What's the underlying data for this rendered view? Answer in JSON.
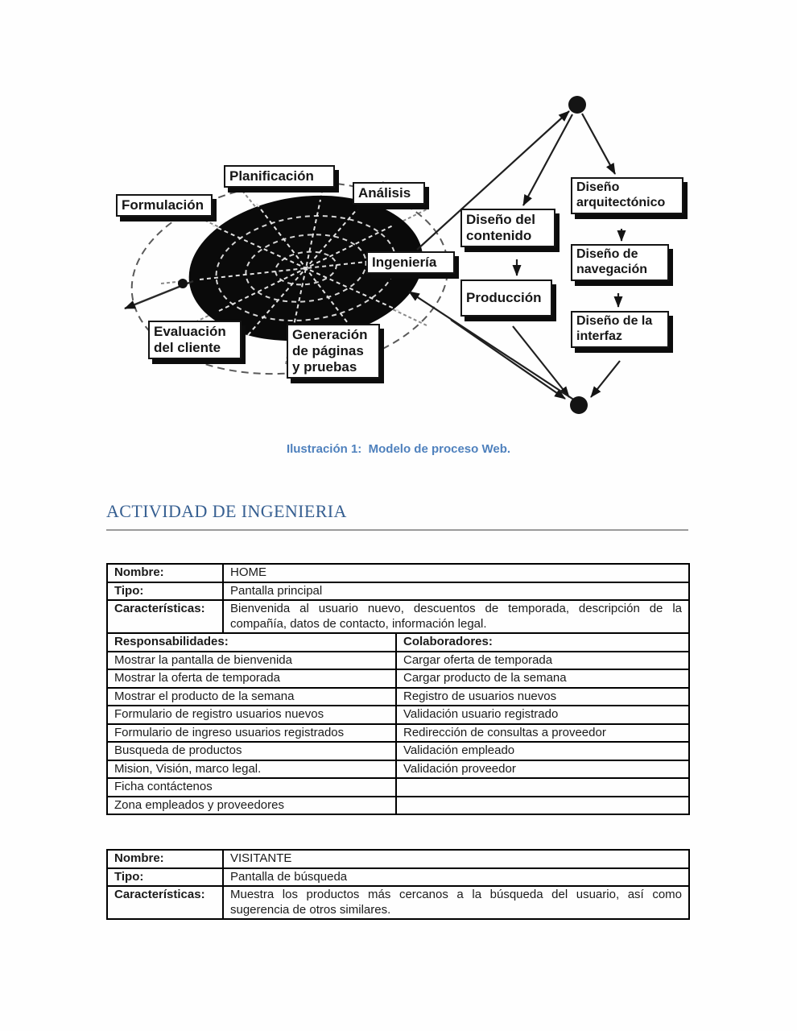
{
  "figure": {
    "caption": "Ilustración 1:  Modelo de proceso Web.",
    "diagram": {
      "nodes": {
        "formulacion": "Formulación",
        "planificacion": "Planificación",
        "analisis": "Análisis",
        "ingenieria": "Ingeniería",
        "diseno_del_contenido": "Diseño del contenido",
        "produccion": "Producción",
        "diseno_arquitectonico": "Diseño arquitectónico",
        "diseno_de_navegacion": "Diseño de navegación",
        "diseno_de_la_interfaz": "Diseño de la interfaz",
        "evaluacion_del_cliente": "Evaluación del cliente",
        "generacion_de_paginas": "Generación de páginas y pruebas"
      }
    }
  },
  "section": {
    "title": "ACTIVIDAD DE INGENIERIA"
  },
  "colors": {
    "caption_blue": "#4F81BD",
    "heading_blue": "#365F91",
    "rule_gray": "#9B9B9B",
    "table_border": "#000000"
  },
  "tables": [
    {
      "info": [
        {
          "label": "Nombre:",
          "value": "HOME"
        },
        {
          "label": "Tipo:",
          "value": "Pantalla principal"
        },
        {
          "label": "Características:",
          "value": "Bienvenida al usuario nuevo, descuentos de temporada, descripción de la compañía, datos de contacto, información legal."
        }
      ],
      "header": {
        "left": "Responsabilidades:",
        "right": "Colaboradores:"
      },
      "rows": [
        [
          "Mostrar la pantalla de bienvenida",
          "Cargar oferta de temporada"
        ],
        [
          "Mostrar la oferta de temporada",
          "Cargar producto de la semana"
        ],
        [
          "Mostrar el producto de la semana",
          "Registro de usuarios nuevos"
        ],
        [
          "Formulario de registro usuarios nuevos",
          "Validación usuario registrado"
        ],
        [
          "Formulario de ingreso usuarios registrados",
          "Redirección de consultas a proveedor"
        ],
        [
          "Busqueda de productos",
          "Validación empleado"
        ],
        [
          "Mision, Visión, marco legal.",
          "Validación proveedor"
        ],
        [
          "Ficha contáctenos",
          ""
        ],
        [
          "Zona empleados y proveedores",
          ""
        ]
      ]
    },
    {
      "info": [
        {
          "label": "Nombre:",
          "value": "VISITANTE"
        },
        {
          "label": "Tipo:",
          "value": "Pantalla de búsqueda"
        },
        {
          "label": "Características:",
          "value": "Muestra los productos más cercanos a la búsqueda del usuario, así como sugerencia de otros similares."
        }
      ]
    }
  ]
}
